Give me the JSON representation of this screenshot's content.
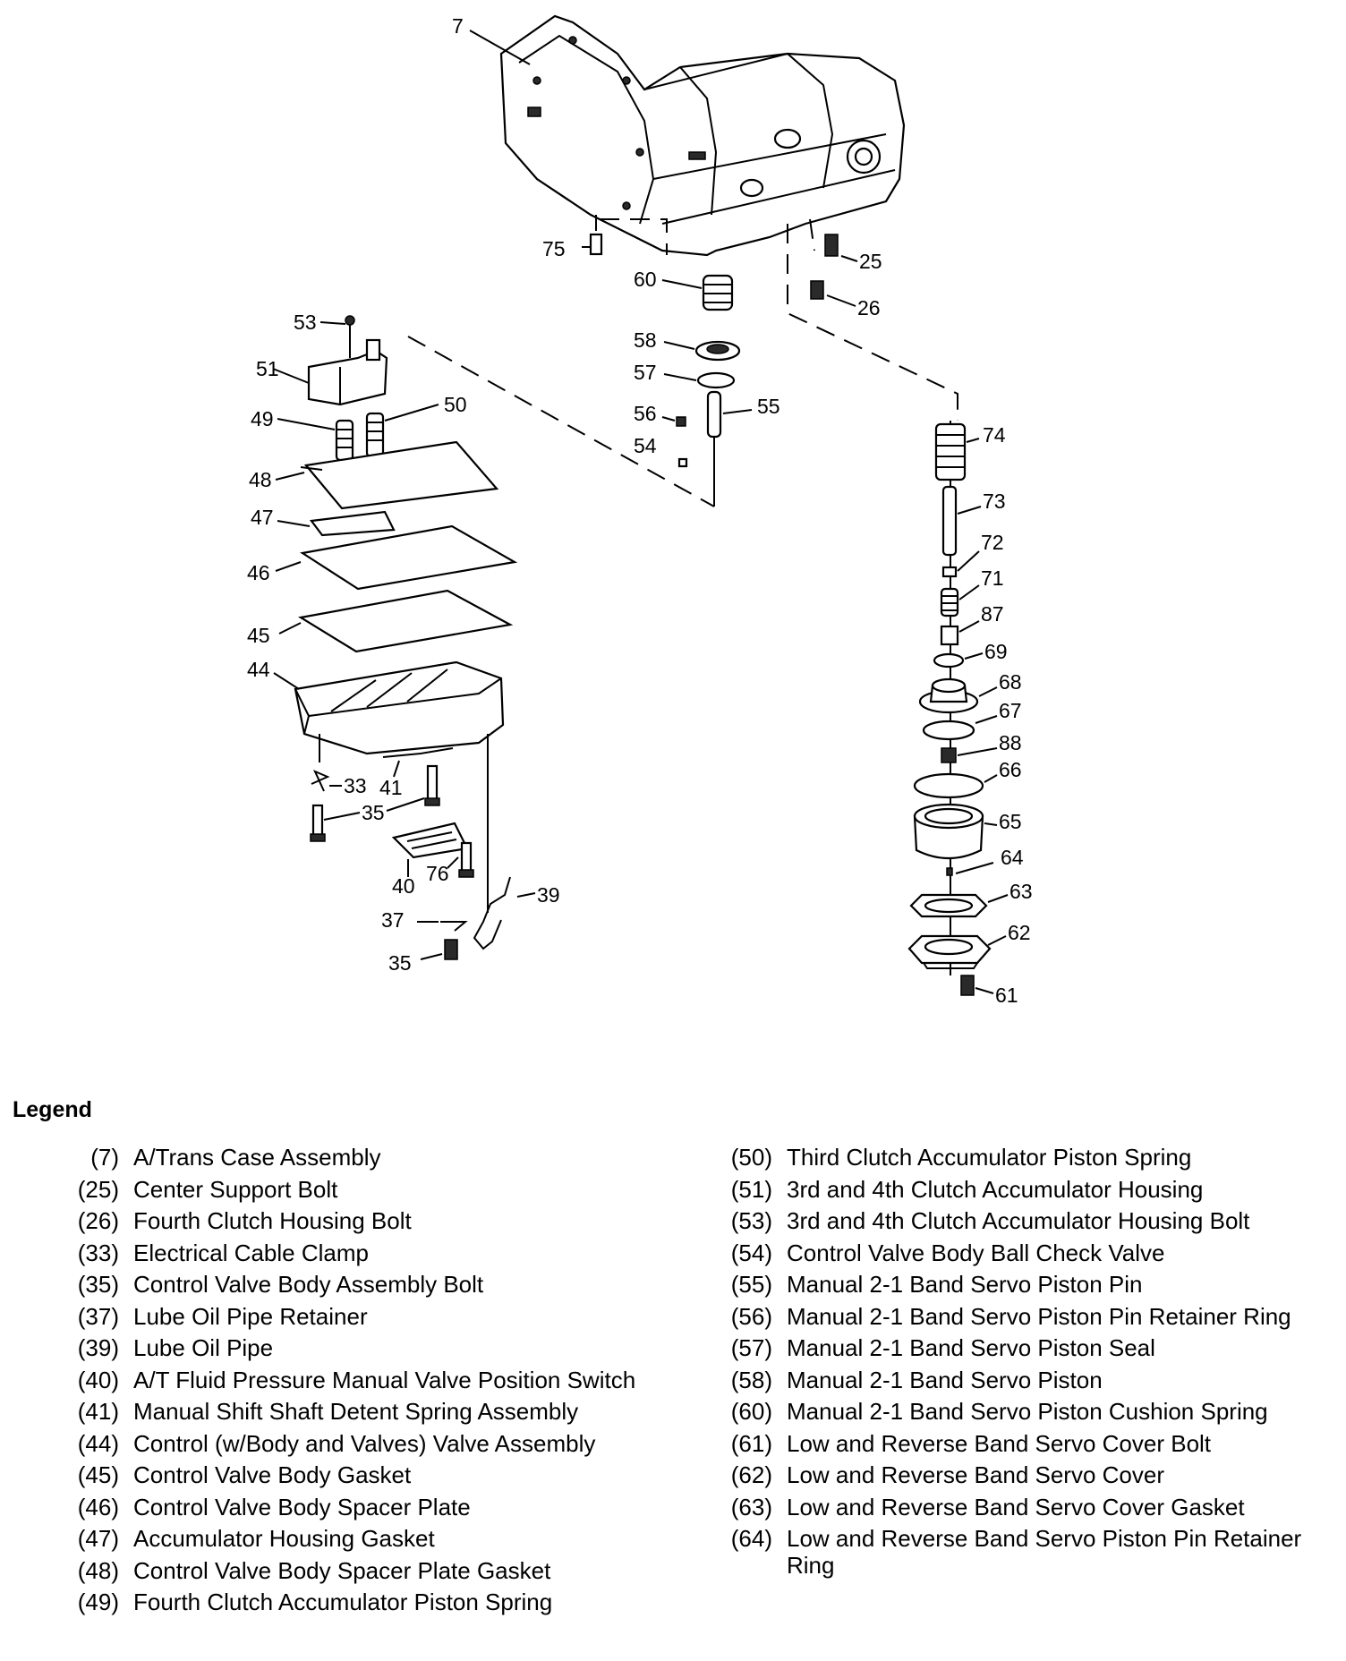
{
  "callouts": {
    "c7": "7",
    "c75": "75",
    "c25": "25",
    "c26": "26",
    "c60": "60",
    "c58": "58",
    "c57": "57",
    "c56": "56",
    "c55": "55",
    "c54": "54",
    "c53": "53",
    "c51": "51",
    "c49": "49",
    "c50": "50",
    "c48": "48",
    "c47": "47",
    "c46": "46",
    "c45": "45",
    "c44": "44",
    "c33": "33",
    "c41": "41",
    "c35a": "35",
    "c40": "40",
    "c76": "76",
    "c39": "39",
    "c37": "37",
    "c35b": "35",
    "c74": "74",
    "c73": "73",
    "c72": "72",
    "c71": "71",
    "c87": "87",
    "c69": "69",
    "c68": "68",
    "c67": "67",
    "c88": "88",
    "c66": "66",
    "c65": "65",
    "c64": "64",
    "c63": "63",
    "c62": "62",
    "c61": "61"
  },
  "legend": {
    "title": "Legend",
    "left": [
      {
        "num": "(7)",
        "text": "A/Trans Case Assembly"
      },
      {
        "num": "(25)",
        "text": "Center Support Bolt"
      },
      {
        "num": "(26)",
        "text": "Fourth Clutch Housing Bolt"
      },
      {
        "num": "(33)",
        "text": "Electrical Cable Clamp"
      },
      {
        "num": "(35)",
        "text": "Control Valve Body Assembly Bolt"
      },
      {
        "num": "(37)",
        "text": "Lube Oil Pipe Retainer"
      },
      {
        "num": "(39)",
        "text": "Lube Oil Pipe"
      },
      {
        "num": "(40)",
        "text": "A/T Fluid Pressure Manual Valve Position Switch"
      },
      {
        "num": "(41)",
        "text": "Manual Shift Shaft Detent Spring Assembly"
      },
      {
        "num": "(44)",
        "text": "Control (w/Body and Valves) Valve Assembly"
      },
      {
        "num": "(45)",
        "text": "Control Valve Body Gasket"
      },
      {
        "num": "(46)",
        "text": "Control Valve Body Spacer Plate"
      },
      {
        "num": "(47)",
        "text": "Accumulator Housing Gasket"
      },
      {
        "num": "(48)",
        "text": "Control Valve Body Spacer Plate Gasket"
      },
      {
        "num": "(49)",
        "text": "Fourth Clutch Accumulator Piston Spring"
      }
    ],
    "right": [
      {
        "num": "(50)",
        "text": "Third Clutch Accumulator Piston Spring"
      },
      {
        "num": "(51)",
        "text": "3rd and 4th Clutch Accumulator Housing"
      },
      {
        "num": "(53)",
        "text": "3rd and 4th Clutch Accumulator Housing Bolt"
      },
      {
        "num": "(54)",
        "text": "Control Valve Body Ball Check Valve"
      },
      {
        "num": "(55)",
        "text": "Manual 2-1 Band Servo Piston Pin"
      },
      {
        "num": "(56)",
        "text": "Manual 2-1 Band Servo Piston Pin Retainer Ring"
      },
      {
        "num": "(57)",
        "text": "Manual 2-1 Band Servo Piston Seal"
      },
      {
        "num": "(58)",
        "text": "Manual 2-1 Band Servo Piston"
      },
      {
        "num": "(60)",
        "text": "Manual 2-1 Band Servo Piston Cushion Spring"
      },
      {
        "num": "(61)",
        "text": "Low and Reverse Band Servo Cover Bolt"
      },
      {
        "num": "(62)",
        "text": "Low and Reverse Band Servo Cover"
      },
      {
        "num": "(63)",
        "text": "Low and Reverse Band Servo Cover Gasket"
      },
      {
        "num": "(64)",
        "text": "Low and Reverse Band Servo Piston Pin Retainer Ring"
      }
    ]
  }
}
